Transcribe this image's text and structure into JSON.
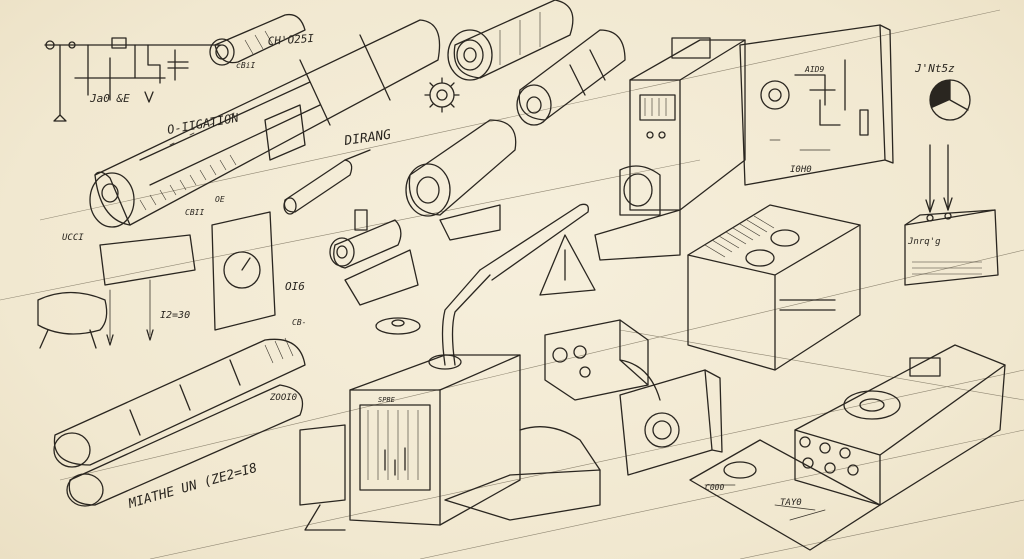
{
  "sketch": {
    "background_color": "#f3ebd6",
    "ink_color": "#2a2620",
    "notes": {
      "n1": "CH'O25I",
      "n2": "Ja0 &E",
      "n3": "cBiI",
      "n4": "O-IIGATION",
      "n5": "DIRANG",
      "n6": "CBII",
      "n7": "J'Nt5z",
      "n8": "Jnrq'g",
      "n9": "I0H0",
      "n10": "MIATHE UN (ZE2=I8",
      "n11": "CB-",
      "n12": "I2=30",
      "n13": "OI6",
      "n14": "UCCI",
      "n15": "ZOOI0",
      "n16": "AID9",
      "n17": "TAY0",
      "n18": "C000",
      "n19": "SPBE",
      "n20": "OE"
    }
  }
}
